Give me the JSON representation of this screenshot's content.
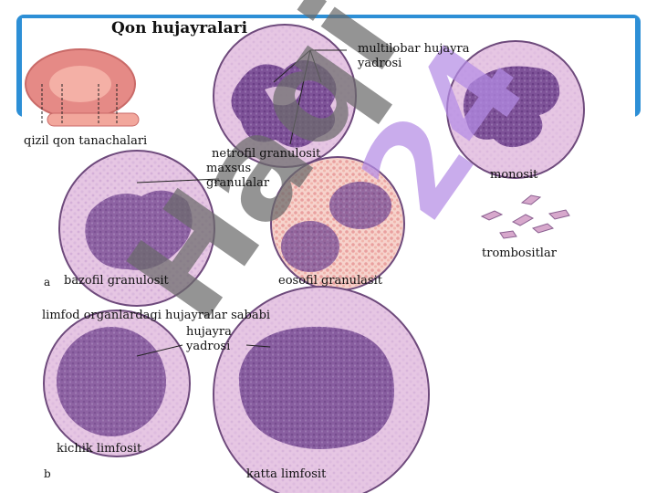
{
  "title": "Qon hujayralari",
  "labels": {
    "rbc": "qizil qon tanachalari",
    "multilobar_1": "multilobar hujayra",
    "multilobar_2": "yadrosi",
    "neutrophil": "netrofil granulosit",
    "monocyte": "monosit",
    "granules_1": "maxsus",
    "granules_2": "granulalar",
    "basophil": "bazofil granulosit",
    "eosinophil": "eosofil granulasit",
    "platelets": "trombositlar",
    "part_a": "a",
    "lymph_heading": "limfod organlardagi hujayralar sababi",
    "nucleus_1": "hujayra",
    "nucleus_2": "yadrosi",
    "small_lymph": "kichik limfosit",
    "large_lymph": "katta limfosit",
    "part_b": "b"
  },
  "watermark": {
    "text_left": "Haqi",
    "text_right": "24"
  },
  "colors": {
    "frame": "#2d8fd6",
    "cell_membrane": "#e6c6e3",
    "nucleus": "#8a5fa0",
    "rbc": "#e58a86",
    "watermark_grey": "#6b6b6b",
    "watermark_violet": "#b58de6"
  }
}
